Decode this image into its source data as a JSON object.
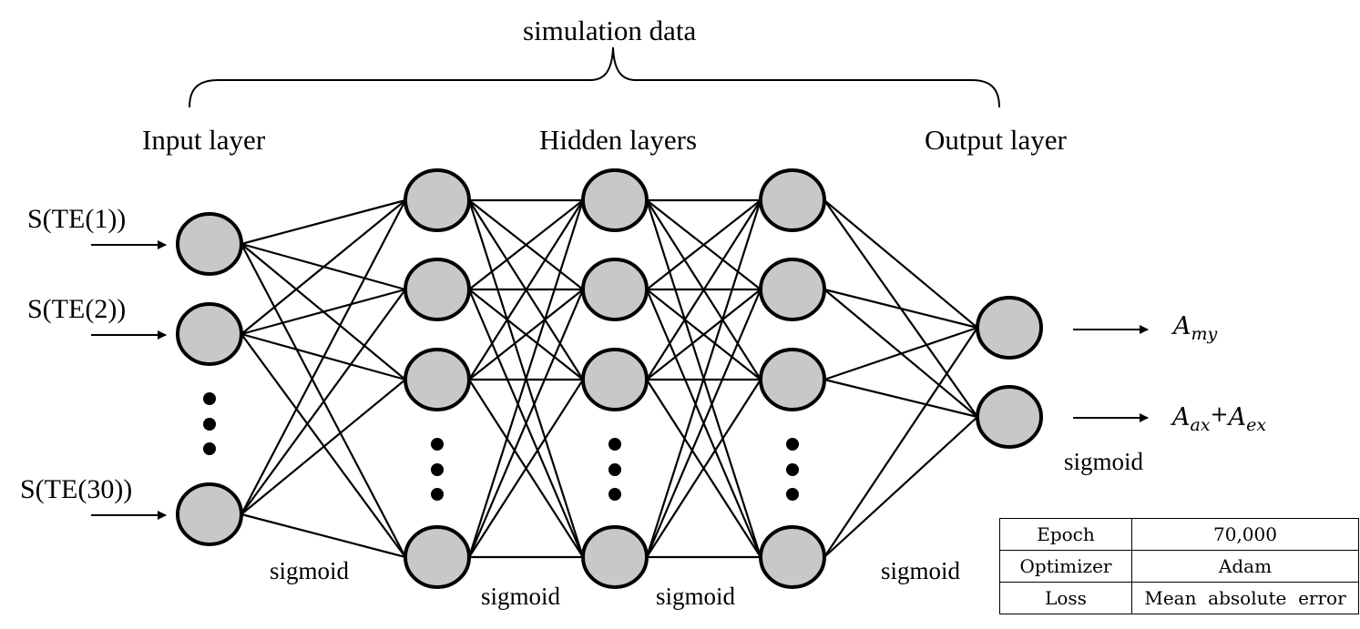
{
  "title": "simulation data",
  "layers": {
    "input_title": "Input layer",
    "hidden_title": "Hidden layers",
    "output_title": "Output layer"
  },
  "network": {
    "input_nodes_drawn": 3,
    "input_nodes_total": 30,
    "hidden_layers": 3,
    "hidden_nodes_drawn_per_layer": 4,
    "output_nodes": 2,
    "node_fill": "#c8c8c8",
    "node_stroke": "#000000",
    "edge_color": "#000000",
    "ellipsis_after_input_index": 2,
    "ellipsis_after_hidden_index": 3
  },
  "inputs": [
    {
      "label": "S(TE(1))"
    },
    {
      "label": "S(TE(2))"
    },
    {
      "label": "S(TE(30))"
    }
  ],
  "outputs": [
    {
      "base": "A",
      "sub": "my"
    },
    {
      "base": "A",
      "sub": "ax",
      "plus": "+",
      "base2": "A",
      "sub2": "ex"
    }
  ],
  "activations": {
    "input_to_h1": "sigmoid",
    "h1_to_h2": "sigmoid",
    "h2_to_h3": "sigmoid",
    "h3_to_out": "sigmoid",
    "output": "sigmoid"
  },
  "hyperparameters": [
    {
      "key": "Epoch",
      "value": "70,000"
    },
    {
      "key": "Optimizer",
      "value": "Adam"
    },
    {
      "key": "Loss",
      "value": "Mean  absolute  error"
    }
  ]
}
